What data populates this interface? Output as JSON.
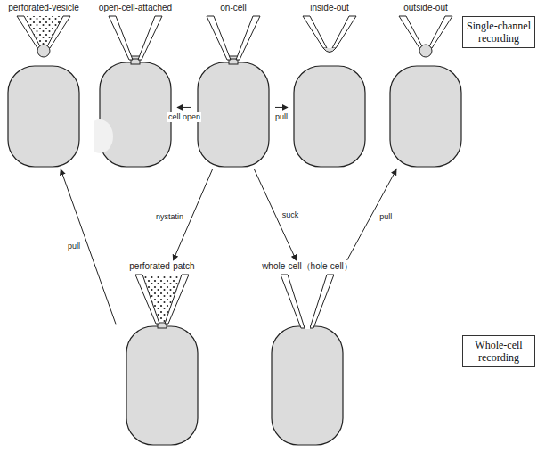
{
  "diagram": {
    "nodes": [
      {
        "text": [
          "perforated-vesicle"
        ]
      },
      {
        "text": [
          "open-cell-attached"
        ]
      },
      {
        "text": [
          "on-cell"
        ]
      },
      {
        "text": [
          "inside-out"
        ]
      },
      {
        "text": [
          "outside-out"
        ]
      },
      {
        "text": [
          "Single-channel recording"
        ]
      },
      {
        "text": [
          "perforated-patch"
        ]
      },
      {
        "text": [
          "whole-cell（hole-cell）"
        ]
      },
      {
        "text": [
          "Whole-cell recording"
        ]
      }
    ],
    "edges": [
      {
        "from": 2,
        "to": 1,
        "label": "cell open",
        "arrow": "to"
      },
      {
        "from": 2,
        "to": 3,
        "label": "pull",
        "arrow": "to"
      },
      {
        "from": 2,
        "to": 6,
        "label": "nystatin",
        "arrow": "to"
      },
      {
        "from": 2,
        "to": 7,
        "label": "suck",
        "arrow": "to"
      },
      {
        "from": 7,
        "to": 4,
        "label": "pull",
        "arrow": "to"
      },
      {
        "from": 6,
        "to": 0,
        "label": "pull",
        "arrow": "to"
      }
    ]
  }
}
